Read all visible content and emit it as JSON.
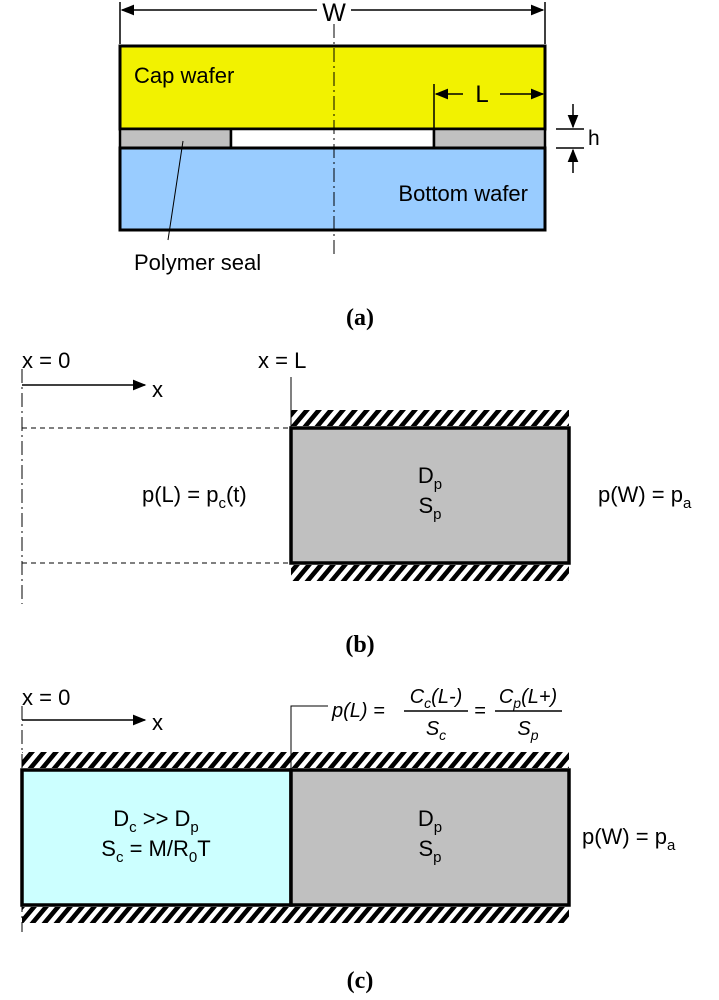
{
  "panel_a": {
    "width_label": "W",
    "cap_wafer": "Cap wafer",
    "bottom_wafer": "Bottom wafer",
    "seal_length_label": "L",
    "gap_height_label": "h",
    "polymer_seal": "Polymer seal",
    "caption": "(a)",
    "colors": {
      "cap": "#f2f200",
      "bottom": "#99ccff",
      "seal": "#c0c0c0",
      "cavity": "#ffffff"
    }
  },
  "panel_b": {
    "x0": "x = 0",
    "x_axis": "x",
    "xL": "x = L",
    "left_bc_main": "p(L) = p",
    "left_bc_sub": "c",
    "left_bc_tail": "(t)",
    "D_main": "D",
    "D_sub": "p",
    "S_main": "S",
    "S_sub": "p",
    "right_bc_main": "p(W) = p",
    "right_bc_sub": "a",
    "caption": "(b)",
    "colors": {
      "polymer": "#c0c0c0"
    }
  },
  "panel_c": {
    "x0": "x = 0",
    "x_axis": "x",
    "eq_lhs": "p(L) =",
    "eq_num1": "C",
    "eq_num1_sub": "c",
    "eq_num1_tail": "(L-)",
    "eq_den1": "S",
    "eq_den1_sub": "c",
    "eq_mid": "=",
    "eq_num2": "C",
    "eq_num2_sub": "p",
    "eq_num2_tail": "(L+)",
    "eq_den2": "S",
    "eq_den2_sub": "p",
    "cavity_line1_a": "D",
    "cavity_line1_a_sub": "c",
    "cavity_line1_b": " >> D",
    "cavity_line1_b_sub": "p",
    "cavity_line2_a": "S",
    "cavity_line2_a_sub": "c",
    "cavity_line2_b": " = M/R",
    "cavity_line2_b_sub": "0",
    "cavity_line2_c": "T",
    "D_main": "D",
    "D_sub": "p",
    "S_main": "S",
    "S_sub": "p",
    "right_bc_main": "p(W) = p",
    "right_bc_sub": "a",
    "caption": "(c)",
    "colors": {
      "cavity": "#ccffff",
      "polymer": "#c0c0c0"
    }
  }
}
